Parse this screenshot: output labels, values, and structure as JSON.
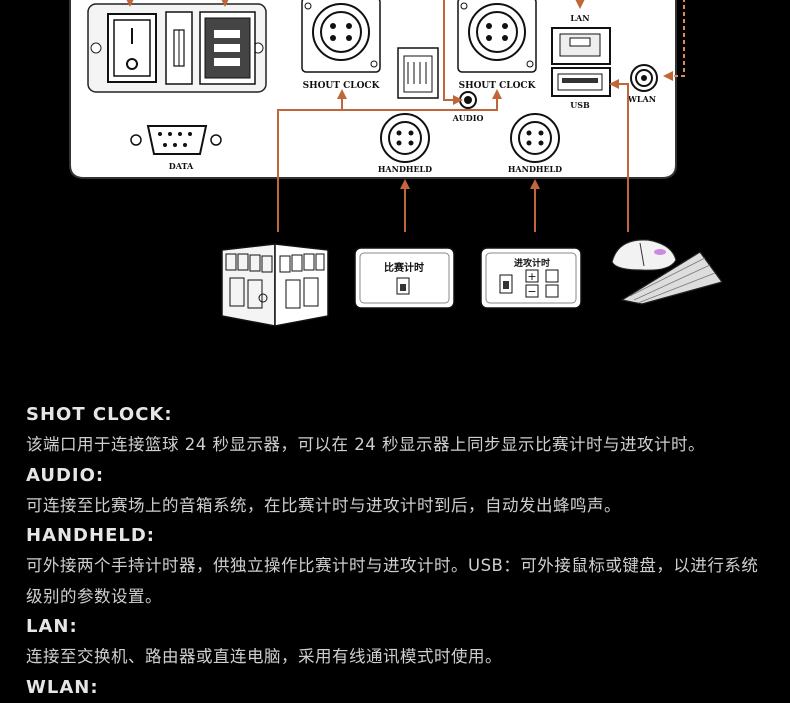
{
  "panel": {
    "shout_clock_left": "SHOUT CLOCK",
    "shout_clock_right": "SHOUT CLOCK",
    "audio": "AUDIO",
    "lan": "LAN",
    "usb": "USB",
    "wlan": "WLAN",
    "data": "DATA",
    "handheld_left": "HANDHELD",
    "handheld_right": "HANDHELD"
  },
  "devices": {
    "game_timer_label": "比赛计时",
    "attack_timer_label": "进攻计时"
  },
  "colors": {
    "arrow": "#c0663a",
    "wlan_dashed": "#e08a55",
    "panel_fill": "#ffffff",
    "panel_stroke": "#333333"
  },
  "sections": [
    {
      "heading": "SHOT CLOCK:",
      "text": "该端口用于连接篮球 24 秒显示器，可以在 24 秒显示器上同步显示比赛计时与进攻计时。"
    },
    {
      "heading": "AUDIO:",
      "text": "可连接至比赛场上的音箱系统，在比赛计时与进攻计时到后，自动发出蜂鸣声。"
    },
    {
      "heading": "HANDHELD:",
      "text": "可外接两个手持计时器，供独立操作比赛计时与进攻计时。USB：可外接鼠标或键盘，以进行系统级别的参数设置。"
    },
    {
      "heading": "LAN:",
      "text": "连接至交换机、路由器或直连电脑，采用有线通讯模式时使用。"
    },
    {
      "heading": "WLAN:",
      "text": ""
    }
  ]
}
